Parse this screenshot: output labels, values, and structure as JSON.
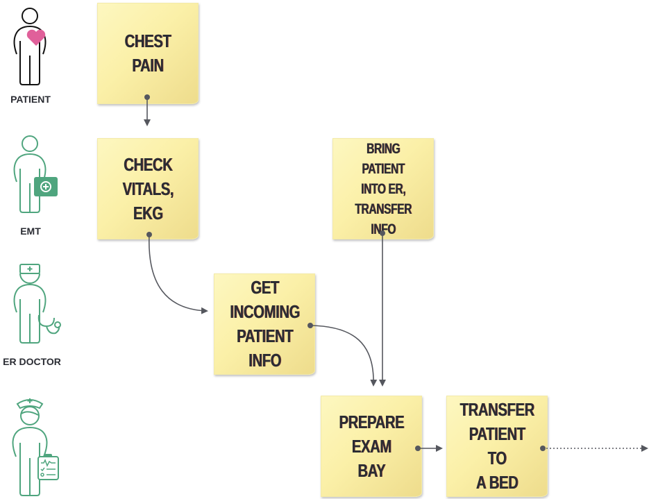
{
  "roles": [
    {
      "label": "PATIENT",
      "icon": "patient-heart-icon",
      "color": "#111111",
      "accent": "#e0609a"
    },
    {
      "label": "EMT",
      "icon": "emt-medkit-icon",
      "color": "#4fa57e"
    },
    {
      "label": "ER DOCTOR",
      "icon": "doctor-stethoscope-icon",
      "color": "#4fa57e"
    },
    {
      "icon": "nurse-clipboard-icon",
      "color": "#4fa57e"
    }
  ],
  "notes": [
    {
      "text": "CHEST\nPAIN"
    },
    {
      "text": "CHECK\nVITALS,\nEKG"
    },
    {
      "text": "BRING PATIENT\nINTO ER,\nTRANSFER INFO"
    },
    {
      "text": "GET\nINCOMING\nPATIENT\nINFO"
    },
    {
      "text": "PREPARE\nEXAM\nBAY"
    },
    {
      "text": "TRANSFER\nPATIENT TO\nA BED"
    }
  ],
  "colors": {
    "note": "#fbf0a8",
    "arrow": "#55575e",
    "green": "#4fa57e"
  }
}
